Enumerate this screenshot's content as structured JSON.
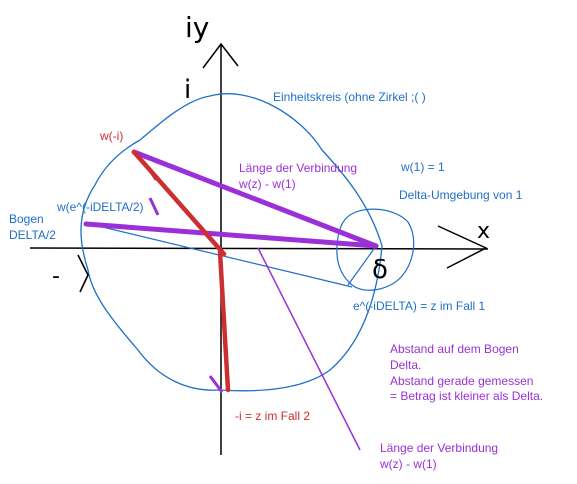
{
  "colors": {
    "blue": "#1f6fc9",
    "purple": "#9b30d9",
    "red": "#cc2f2f",
    "black": "#000000"
  },
  "axes": {
    "y_label": "iy",
    "i_mark": "i",
    "x_label": "x",
    "minus_one_mark": "-",
    "delta_mark": "δ"
  },
  "labels": {
    "unit_circle": "Einheitskreis (ohne Zirkel ;( )",
    "w_minus_i": "w(-i)",
    "length_connection_top_1": "Länge der Verbindung",
    "length_connection_top_2": "w(z) - w(1)",
    "w_one": "w(1) = 1",
    "delta_neighborhood": "Delta-Umgebung von 1",
    "arc_1": "Bogen",
    "arc_2": "DELTA/2",
    "w_exp": "w(e^(-iDELTA/2)",
    "exp_case1": "e^(-iDELTA) = z im Fall 1",
    "arc_distance_1": "Abstand auf dem Bogen",
    "arc_distance_2": "Delta.",
    "arc_distance_3": "Abstand gerade gemessen",
    "arc_distance_4": "= Betrag ist kleiner als Delta.",
    "minus_i_case2": "-i = z im Fall 2",
    "length_connection_bottom_1": "Länge der Verbindung",
    "length_connection_bottom_2": "w(z) - w(1)"
  }
}
